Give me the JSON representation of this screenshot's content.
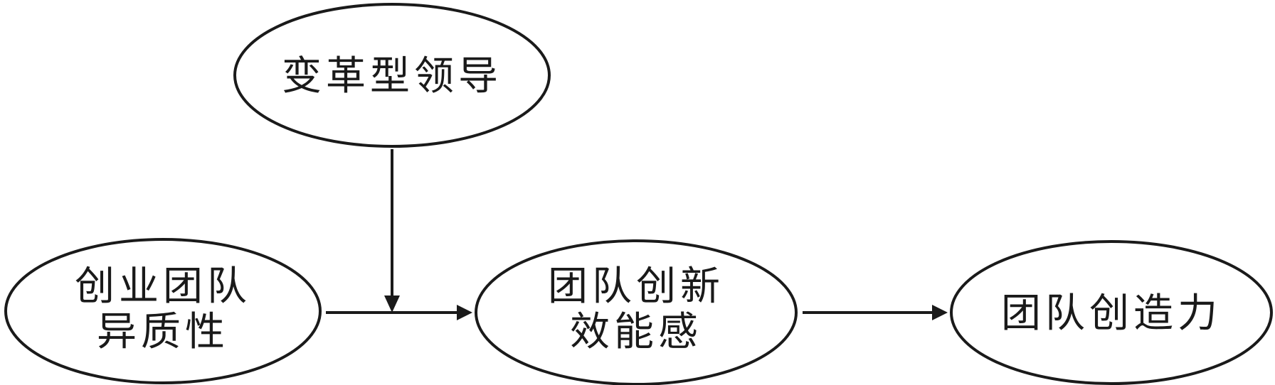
{
  "diagram": {
    "nodes": {
      "leadership": {
        "lines": [
          "变革型领导"
        ]
      },
      "heterogeneity": {
        "lines": [
          "创业团队",
          "异质性"
        ]
      },
      "efficacy": {
        "lines": [
          "团队创新",
          "效能感"
        ]
      },
      "creativity": {
        "lines": [
          "团队创造力"
        ]
      }
    },
    "edges": [
      {
        "from": "heterogeneity",
        "to": "efficacy",
        "type": "direct"
      },
      {
        "from": "efficacy",
        "to": "creativity",
        "type": "direct"
      },
      {
        "from": "leadership",
        "to": "heterogeneity-efficacy-path",
        "type": "moderation"
      }
    ],
    "colors": {
      "stroke": "#1a1a1a",
      "fill": "#ffffff"
    }
  }
}
